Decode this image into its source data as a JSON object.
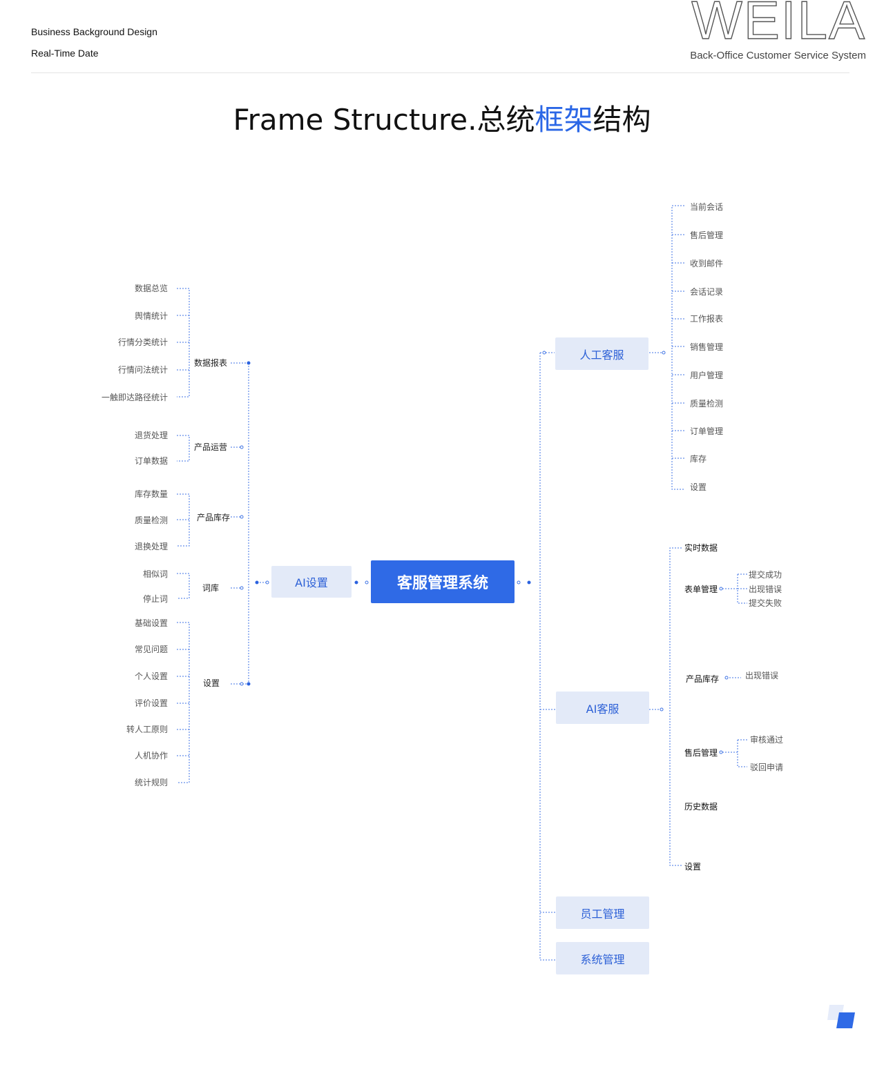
{
  "header": {
    "line1": "Business Background Design",
    "line2": "Real-Time Date",
    "logo": "WEILA",
    "subtitle": "Back-Office Customer Service System"
  },
  "title": {
    "prefix": "Frame Structure.总统",
    "highlight": "框架",
    "suffix": "结构"
  },
  "colors": {
    "accent": "#2b67e6",
    "box_bg": "#e3eaf8",
    "center_bg": "#2f6ae6"
  },
  "center": "客服管理系统",
  "left": {
    "root": "AI设置",
    "groups": [
      {
        "label": "数据报表",
        "items": [
          "数据总览",
          "舆情统计",
          "行情分类统计",
          "行情问法统计",
          "一触即达路径统计"
        ]
      },
      {
        "label": "产品运营",
        "items": [
          "退货处理",
          "订单数据"
        ]
      },
      {
        "label": "产品库存",
        "items": [
          "库存数量",
          "质量检测",
          "退换处理"
        ]
      },
      {
        "label": "词库",
        "items": [
          "相似词",
          "停止词"
        ]
      },
      {
        "label": "设置",
        "items": [
          "基础设置",
          "常见问题",
          "个人设置",
          "评价设置",
          "转人工原则",
          "人机协作",
          "统计规则"
        ]
      }
    ]
  },
  "right": {
    "manual": {
      "label": "人工客服",
      "items": [
        "当前会话",
        "售后管理",
        "收到邮件",
        "会话记录",
        "工作报表",
        "销售管理",
        "用户管理",
        "质量检测",
        "订单管理",
        "库存",
        "设置"
      ]
    },
    "ai": {
      "label": "AI客服",
      "items": [
        {
          "label": "实时数据",
          "children": []
        },
        {
          "label": "表单管理",
          "children": [
            "提交成功",
            "出现错误",
            "提交失败"
          ]
        },
        {
          "label": "产品库存",
          "children": [
            "出现错误"
          ]
        },
        {
          "label": "售后管理",
          "children": [
            "审核通过",
            "驳回申请"
          ]
        },
        {
          "label": "历史数据",
          "children": []
        },
        {
          "label": "设置",
          "children": []
        }
      ]
    },
    "staff": "员工管理",
    "system": "系统管理"
  }
}
